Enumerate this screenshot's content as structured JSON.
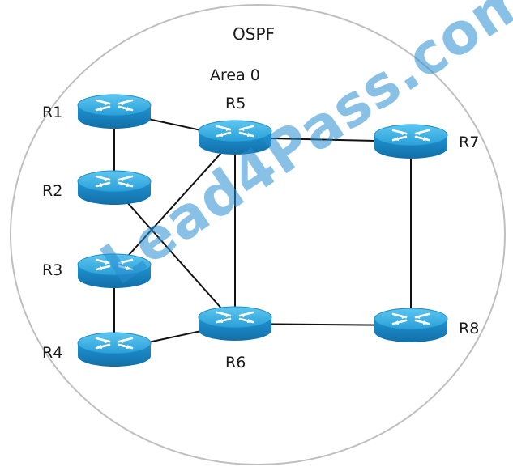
{
  "diagram": {
    "protocol_label": "OSPF",
    "area_label": "Area 0",
    "routers": [
      {
        "id": "R1",
        "label": "R1"
      },
      {
        "id": "R2",
        "label": "R2"
      },
      {
        "id": "R3",
        "label": "R3"
      },
      {
        "id": "R4",
        "label": "R4"
      },
      {
        "id": "R5",
        "label": "R5"
      },
      {
        "id": "R6",
        "label": "R6"
      },
      {
        "id": "R7",
        "label": "R7"
      },
      {
        "id": "R8",
        "label": "R8"
      }
    ],
    "links": [
      [
        "R1",
        "R2"
      ],
      [
        "R1",
        "R5"
      ],
      [
        "R2",
        "R6"
      ],
      [
        "R3",
        "R5"
      ],
      [
        "R3",
        "R4"
      ],
      [
        "R4",
        "R6"
      ],
      [
        "R5",
        "R6"
      ],
      [
        "R5",
        "R7"
      ],
      [
        "R6",
        "R8"
      ],
      [
        "R7",
        "R8"
      ]
    ],
    "colors": {
      "router_top": "#3db1e6",
      "router_side": "#1a86c4",
      "link": "#111111",
      "boundary": "#bfbfbf"
    }
  },
  "watermark": "Lead4Pass.com"
}
